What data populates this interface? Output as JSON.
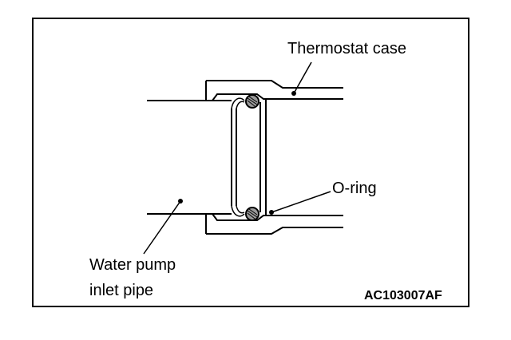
{
  "labels": {
    "thermostat_case": "Thermostat case",
    "o_ring": "O-ring",
    "water_pump_line1": "Water pump",
    "water_pump_line2": "inlet pipe",
    "figure_code": "AC103007AF"
  },
  "colors": {
    "stroke": "#000000",
    "background": "#ffffff",
    "oring_fill": "#9a9a9a"
  }
}
